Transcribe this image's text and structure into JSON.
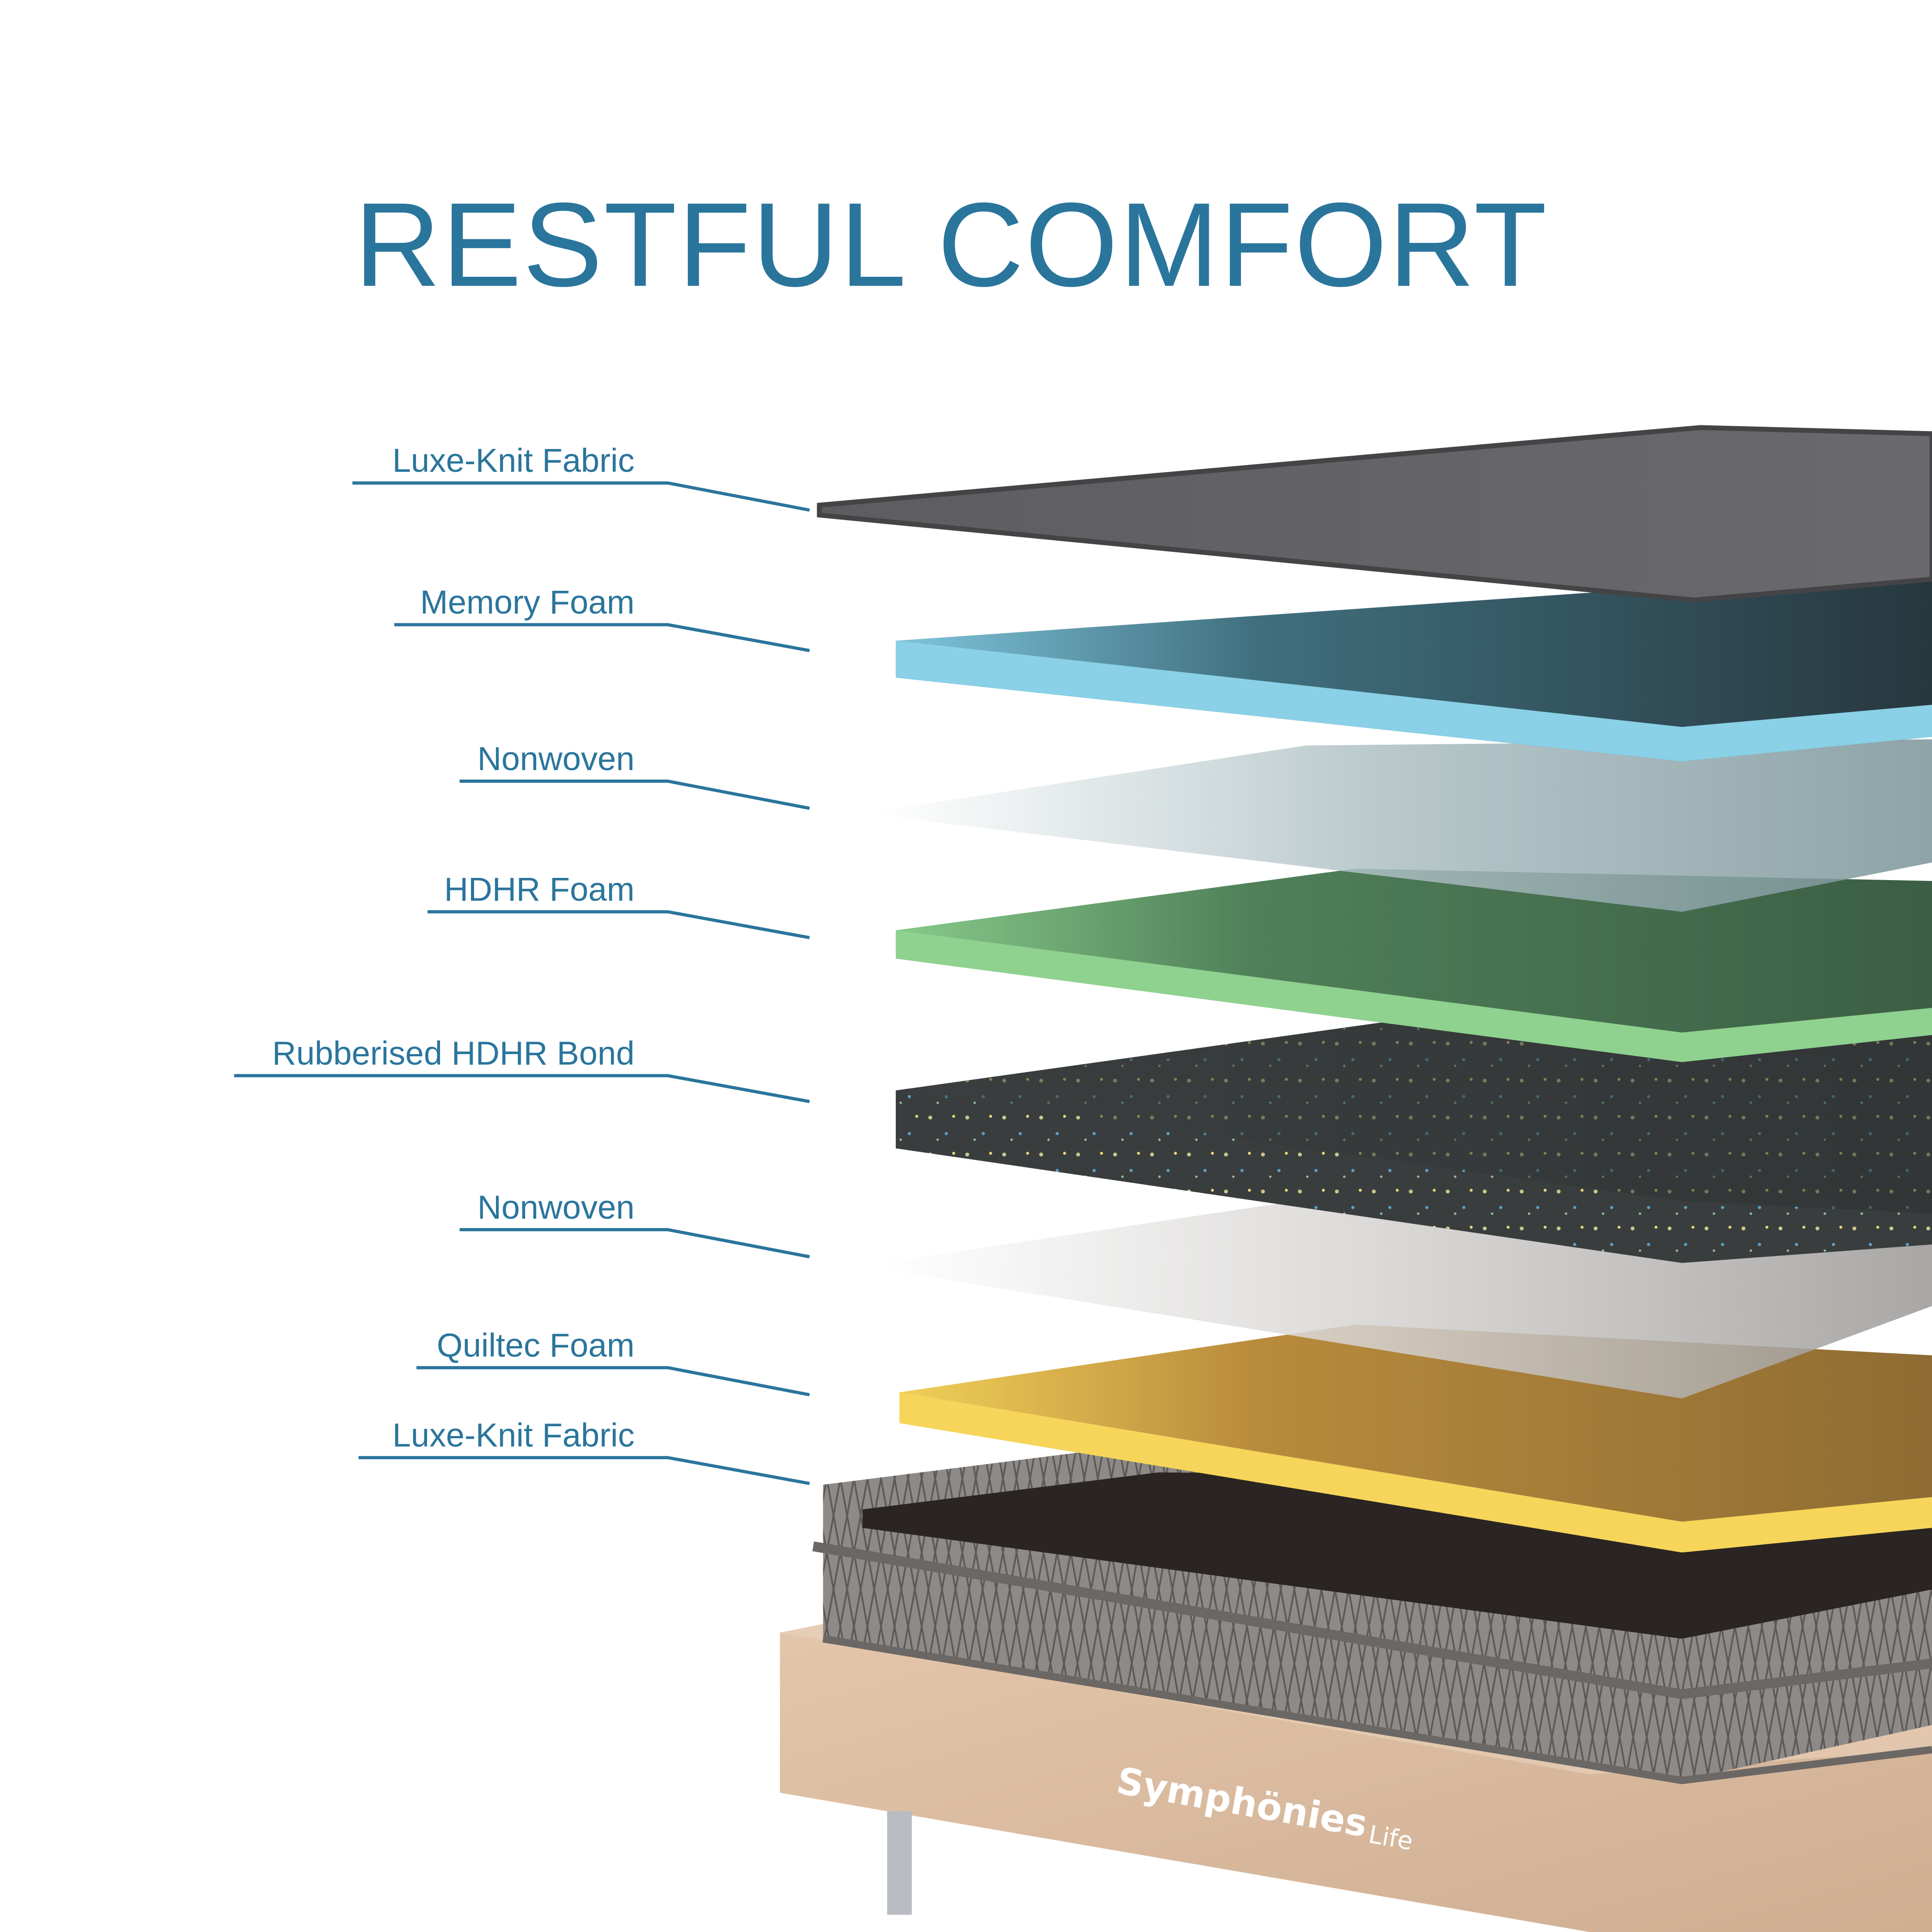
{
  "title": "RESTFUL COMFORT",
  "layers": [
    {
      "label": "Luxe-Knit Fabric"
    },
    {
      "label": "Memory Foam"
    },
    {
      "label": "Nonwoven"
    },
    {
      "label": "HDHR Foam"
    },
    {
      "label": "Rubberised HDHR Bond"
    },
    {
      "label": "Nonwoven"
    },
    {
      "label": "Quiltec Foam"
    },
    {
      "label": "Luxe-Knit Fabric"
    }
  ],
  "brand": {
    "name": "Symphönies",
    "suffix": "Life"
  },
  "colors": {
    "accent": "#2a759c",
    "fabric": "#5a5a5c",
    "memory_foam": "#8ad0e6",
    "hdhr_foam": "#8fd18f",
    "rubber_bond": "#3a3d3d",
    "quiltec_foam": "#f6d55a",
    "bed_base": "#d8b89c"
  }
}
